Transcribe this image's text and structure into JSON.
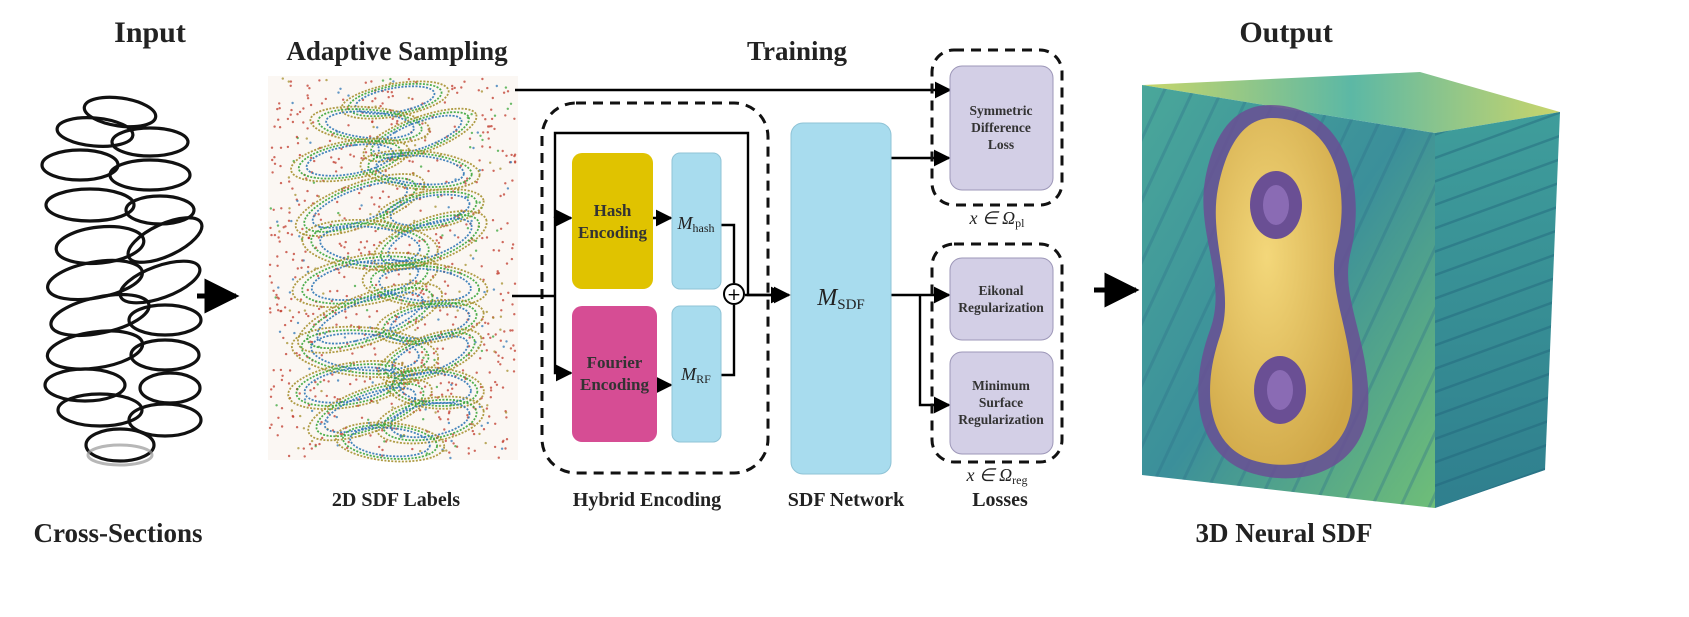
{
  "titles": {
    "input": "Input",
    "adaptive": "Adaptive Sampling",
    "training": "Training",
    "output": "Output"
  },
  "captions": {
    "cross_sections": "Cross-Sections",
    "sdf_labels": "2D SDF Labels",
    "hybrid_encoding": "Hybrid Encoding",
    "sdf_network": "SDF Network",
    "losses": "Losses",
    "neural_sdf": "3D Neural SDF"
  },
  "encoders": {
    "hash": [
      "Hash",
      "Encoding"
    ],
    "fourier": [
      "Fourier",
      "Encoding"
    ]
  },
  "math": {
    "m_hash": "M",
    "m_hash_sub": "hash",
    "m_rf": "M",
    "m_rf_sub": "RF",
    "m_sdf": "M",
    "m_sdf_sub": "SDF",
    "omega_pl": "x ∈ Ω",
    "omega_pl_sub": "pl",
    "omega_reg": "x ∈ Ω",
    "omega_reg_sub": "reg",
    "plus": "+"
  },
  "losses": {
    "symmetric": [
      "Symmetric",
      "Difference",
      "Loss"
    ],
    "eikonal": [
      "Eikonal",
      "Regularization"
    ],
    "minimum": [
      "Minimum",
      "Surface",
      "Regularization"
    ]
  },
  "colors": {
    "hash": "#e0c300",
    "fourier": "#d64d94",
    "light_blue": "#a8dcee",
    "loss_box": "#d3cfe6",
    "sdf_gold": "#e6c25a",
    "sdf_purple": "#6a4f94",
    "sdf_teal": "#3aa895"
  }
}
